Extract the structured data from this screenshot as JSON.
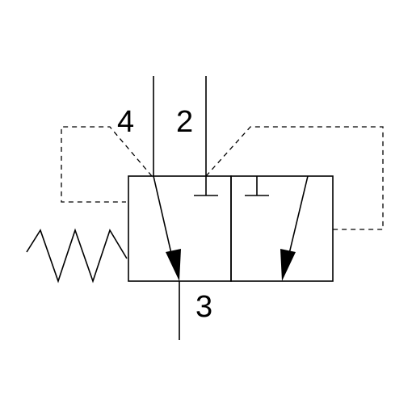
{
  "diagram": {
    "type": "pneumatic-valve-symbol",
    "ports": {
      "port_4": "4",
      "port_2": "2",
      "port_3": "3"
    },
    "colors": {
      "stroke": "#000000",
      "background": "#ffffff"
    }
  }
}
